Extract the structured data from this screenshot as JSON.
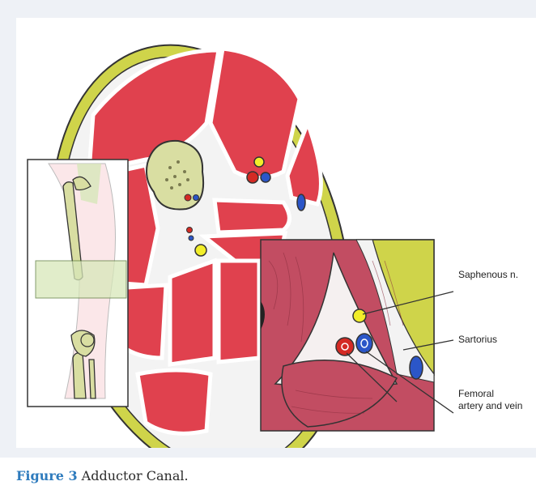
{
  "figure": {
    "number_label": "Figure 3",
    "caption_text": "Adductor Canal.",
    "labels": {
      "saphenous_nerve": "Saphenous n.",
      "sartorius": "Sartorius",
      "femoral_line1": "Femoral",
      "femoral_line2": "artery and vein"
    }
  },
  "colors": {
    "muscle_red": "#e0414e",
    "muscle_pink": "#c24d62",
    "fat_yellow": "#cfd44a",
    "bone_green": "#d9dea2",
    "vein_blue": "#2b56c8",
    "artery_red": "#d42a24",
    "nerve_yellow": "#f2ee2a",
    "caption_blue": "#2e7bbd",
    "panel_bg": "#eef1f6"
  }
}
